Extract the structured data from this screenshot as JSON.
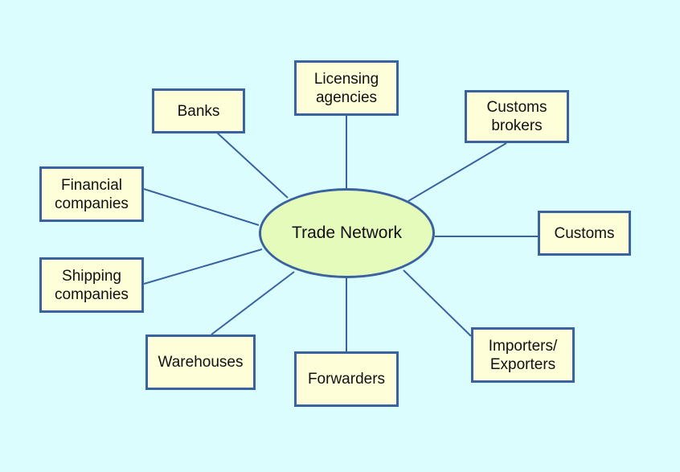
{
  "diagram": {
    "center_label": "Trade Network",
    "nodes": {
      "licensing_agencies": [
        "Licensing",
        "agencies"
      ],
      "banks": [
        "Banks"
      ],
      "customs_brokers": [
        "Customs",
        "brokers"
      ],
      "financial_companies": [
        "Financial",
        "companies"
      ],
      "customs": [
        "Customs"
      ],
      "shipping_companies": [
        "Shipping",
        "companies"
      ],
      "warehouses": [
        "Warehouses"
      ],
      "forwarders": [
        "Forwarders"
      ],
      "importers_exporters": [
        "Importers/",
        "Exporters"
      ]
    }
  }
}
